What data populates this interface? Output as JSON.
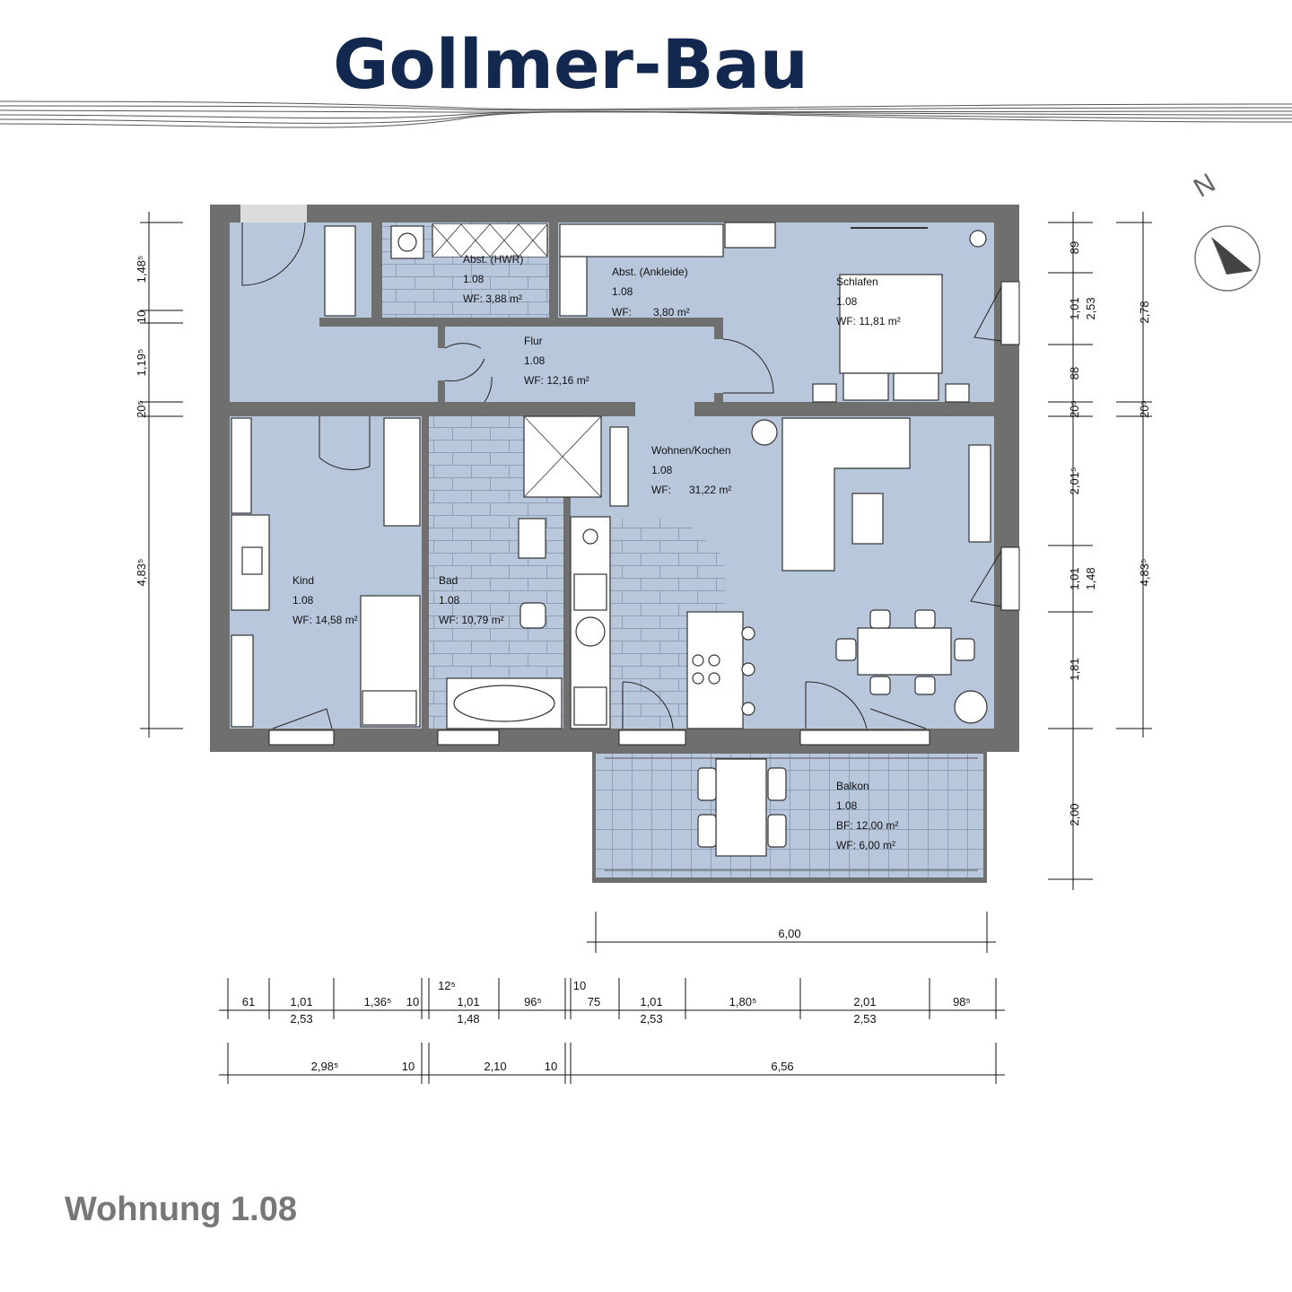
{
  "brand": {
    "name": "Gollmer-Bau",
    "color": "#13284f"
  },
  "compass": {
    "label": "N"
  },
  "colors": {
    "floor": "#b9c7dc",
    "wall": "#6f6f6f",
    "tile_line": "#8f9fb6"
  },
  "rooms": {
    "hwr": {
      "name": "Abst. (HWR)",
      "nr": "1.08",
      "area": "WF: 3,88 m²"
    },
    "ankleide": {
      "name": "Abst. (Ankleide)",
      "nr": "1.08",
      "wf": "WF:",
      "area": "3,80 m²"
    },
    "schlafen": {
      "name": "Schlafen",
      "nr": "1.08",
      "area": "WF: 11,81 m²"
    },
    "flur": {
      "name": "Flur",
      "nr": "1.08",
      "area": "WF: 12,16 m²"
    },
    "wohnen": {
      "name": "Wohnen/Kochen",
      "nr": "1.08",
      "wf": "WF:",
      "area": "31,22 m²"
    },
    "kind": {
      "name": "Kind",
      "nr": "1.08",
      "area": "WF: 14,58 m²"
    },
    "bad": {
      "name": "Bad",
      "nr": "1.08",
      "area": "WF: 10,79 m²"
    },
    "balkon": {
      "name": "Balkon",
      "nr": "1.08",
      "bf": "BF: 12,00 m²",
      "area": "WF: 6,00 m²"
    }
  },
  "dimensions": {
    "left": [
      "1,48⁵",
      "10",
      "1,19⁵",
      "20⁵",
      "4,83⁵"
    ],
    "right_inner": [
      "89",
      "1,01",
      "2,53",
      "88",
      "20⁵",
      "2,01⁵",
      "1,01",
      "1,48",
      "1,81",
      "2,00"
    ],
    "right_outer": [
      "2,78",
      "20⁵",
      "4,83⁵"
    ],
    "balcony_width": "6,00",
    "bottom_top": [
      "61",
      "1,01",
      "1,36⁵",
      "10",
      "12⁵",
      "1,01",
      "96⁵",
      "10",
      "75",
      "1,01",
      "1,80⁵",
      "2,01",
      "98⁵"
    ],
    "bottom_sub": [
      "2,53",
      "1,48",
      "2,53",
      "2,53"
    ],
    "bottom_total": [
      "2,98⁵",
      "10",
      "2,10",
      "10",
      "6,56"
    ]
  },
  "footer": {
    "title": "Wohnung 1.08"
  }
}
